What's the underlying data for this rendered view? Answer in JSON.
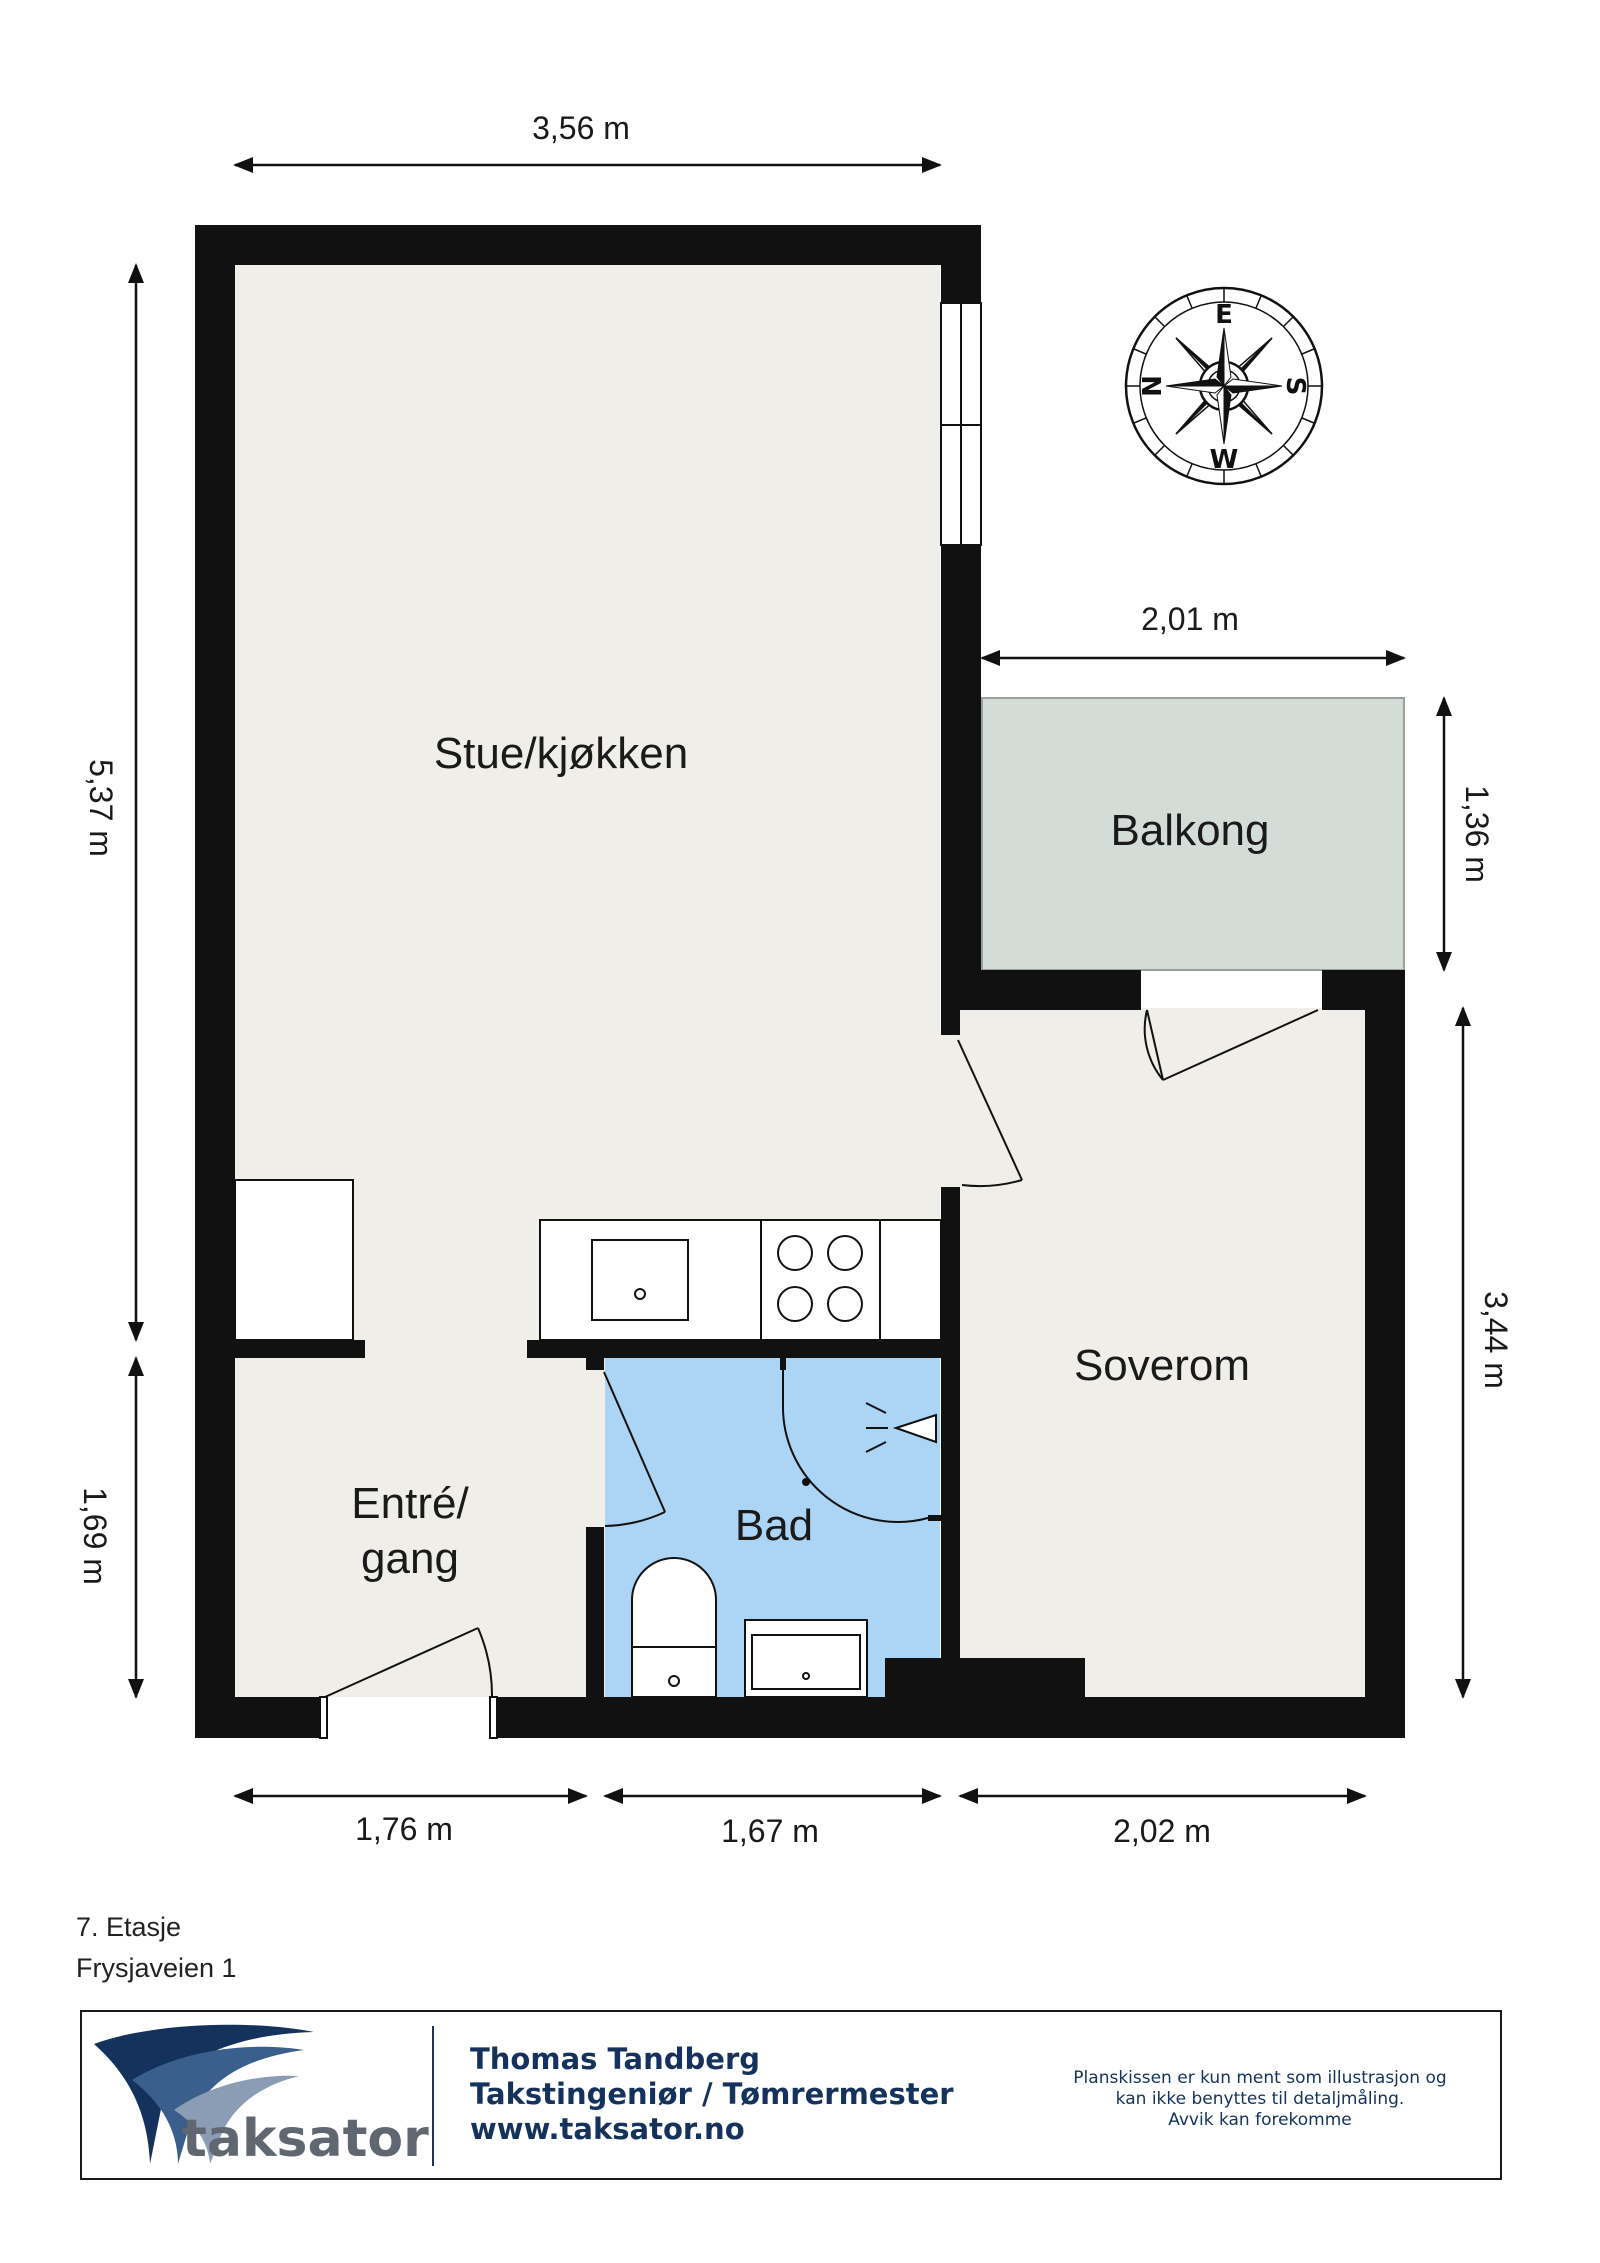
{
  "rooms": {
    "stue": "Stue/kjøkken",
    "balkong": "Balkong",
    "soverom": "Soverom",
    "entre_line1": "Entré/",
    "entre_line2": "gang",
    "bad": "Bad"
  },
  "dimensions": {
    "top_width": "3,56 m",
    "balcony_width": "2,01 m",
    "left_upper_height": "5,37 m",
    "left_lower_height": "1,69 m",
    "balcony_height": "1,36 m",
    "bedroom_height": "3,44 m",
    "bottom_entre": "1,76 m",
    "bottom_bad": "1,67 m",
    "bottom_soverom": "2,02 m"
  },
  "compass": {
    "top": "E",
    "right": "S",
    "bottom": "W",
    "left": "N"
  },
  "info": {
    "floor": "7. Etasje",
    "address": "Frysjaveien 1"
  },
  "footer": {
    "logo_text": "taksator",
    "name": "Thomas Tandberg",
    "title": "Takstingeniør / Tømrermester",
    "website": "www.taksator.no",
    "disclaimer_line1": "Planskissen er kun ment som illustrasjon og",
    "disclaimer_line2": "kan ikke benyttes til detaljmåling.",
    "disclaimer_line3": "Avvik kan forekomme"
  },
  "colors": {
    "wall": "#111111",
    "floor": "#f0eee8",
    "balcony": "#d4dcd8",
    "bathroom": "#acd4f4",
    "footer_text": "#14325c"
  }
}
